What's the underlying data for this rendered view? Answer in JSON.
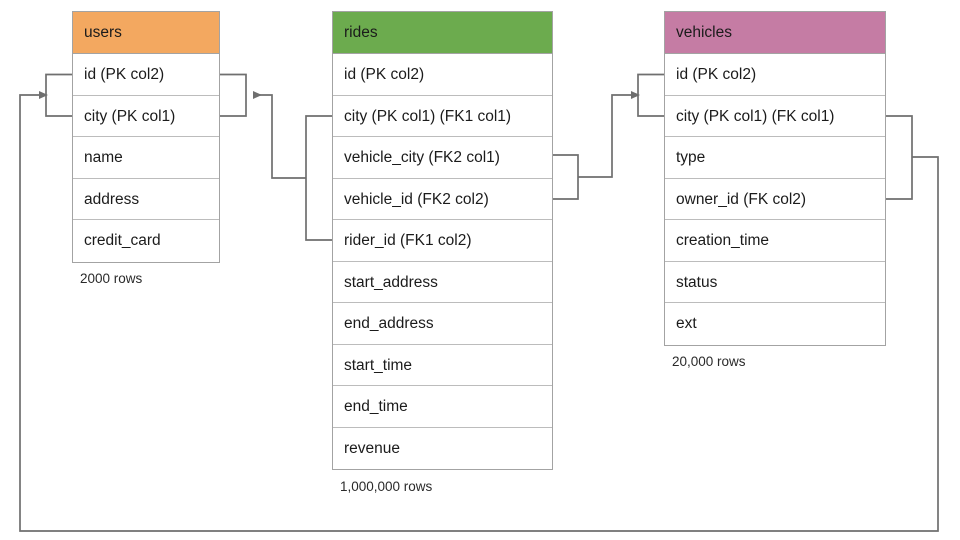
{
  "diagram": {
    "title": "",
    "background_color": "#ffffff",
    "line_color": "#6f6f6f",
    "border_color": "#a3a3a3",
    "row_border_color": "#bcbcbc",
    "text_color": "#1b1b1b"
  },
  "tables": [
    {
      "name": "users",
      "header_color": "#f3a860",
      "row_count_label": "2000 rows",
      "columns": [
        {
          "label": "id (PK col2)"
        },
        {
          "label": "city (PK col1)"
        },
        {
          "label": "name"
        },
        {
          "label": "address"
        },
        {
          "label": "credit_card"
        }
      ]
    },
    {
      "name": "rides",
      "header_color": "#6cab4e",
      "row_count_label": "1,000,000 rows",
      "columns": [
        {
          "label": "id (PK col2)"
        },
        {
          "label": "city (PK col1) (FK1 col1)"
        },
        {
          "label": "vehicle_city (FK2 col1)"
        },
        {
          "label": "vehicle_id (FK2 col2)"
        },
        {
          "label": "rider_id (FK1 col2)"
        },
        {
          "label": "start_address"
        },
        {
          "label": "end_address"
        },
        {
          "label": "start_time"
        },
        {
          "label": "end_time"
        },
        {
          "label": "revenue"
        }
      ]
    },
    {
      "name": "vehicles",
      "header_color": "#c57ca4",
      "row_count_label": "20,000 rows",
      "columns": [
        {
          "label": "id (PK col2)"
        },
        {
          "label": "city (PK col1) (FK col1)"
        },
        {
          "label": "type"
        },
        {
          "label": "owner_id (FK col2)"
        },
        {
          "label": "creation_time"
        },
        {
          "label": "status"
        },
        {
          "label": "ext"
        }
      ]
    }
  ],
  "relationships": [
    {
      "name": "rides-fk1-to-users",
      "from_table": "rides",
      "from_columns": [
        "city (PK col1) (FK1 col1)",
        "rider_id (FK1 col2)"
      ],
      "to_table": "users",
      "to_columns": [
        "id (PK col2)",
        "city (PK col1)"
      ]
    },
    {
      "name": "rides-fk2-to-vehicles",
      "from_table": "rides",
      "from_columns": [
        "vehicle_city (FK2 col1)",
        "vehicle_id (FK2 col2)"
      ],
      "to_table": "vehicles",
      "to_columns": [
        "id (PK col2)",
        "city (PK col1) (FK col1)"
      ]
    },
    {
      "name": "vehicles-fk-to-users",
      "from_table": "vehicles",
      "from_columns": [
        "city (PK col1) (FK col1)",
        "owner_id (FK col2)"
      ],
      "to_table": "users",
      "to_columns": [
        "id (PK col2)",
        "city (PK col1)"
      ]
    }
  ]
}
